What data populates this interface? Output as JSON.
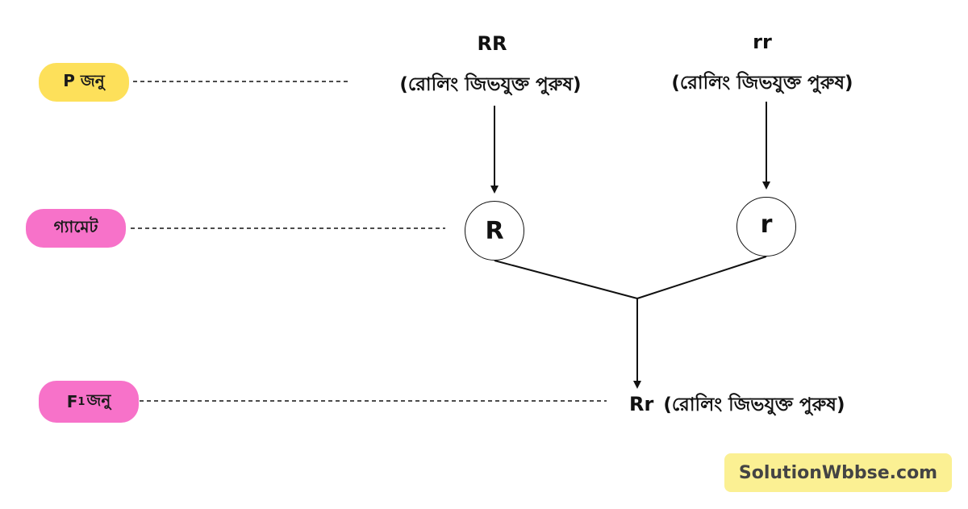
{
  "generations": {
    "parent": {
      "label": "P জনু",
      "color": "#fde05a"
    },
    "gamete": {
      "label": "গ্যামেট",
      "color": "#f772c9"
    },
    "f1": {
      "label_main": "F",
      "label_sub": "1",
      "label_suffix": "জনু",
      "color": "#f772c9"
    }
  },
  "parents": [
    {
      "genotype": "RR",
      "phenotype": "(রোলিং জিভযুক্ত পুরুষ)"
    },
    {
      "genotype": "rr",
      "phenotype": "(রোলিং জিভযুক্ত পুরুষ)"
    }
  ],
  "gametes": [
    "R",
    "r"
  ],
  "offspring": {
    "genotype": "Rr",
    "phenotype": "(রোলিং জিভযুক্ত পুরুষ)"
  },
  "watermark": {
    "text": "SolutionWbbse.com",
    "color": "#fbf093"
  }
}
